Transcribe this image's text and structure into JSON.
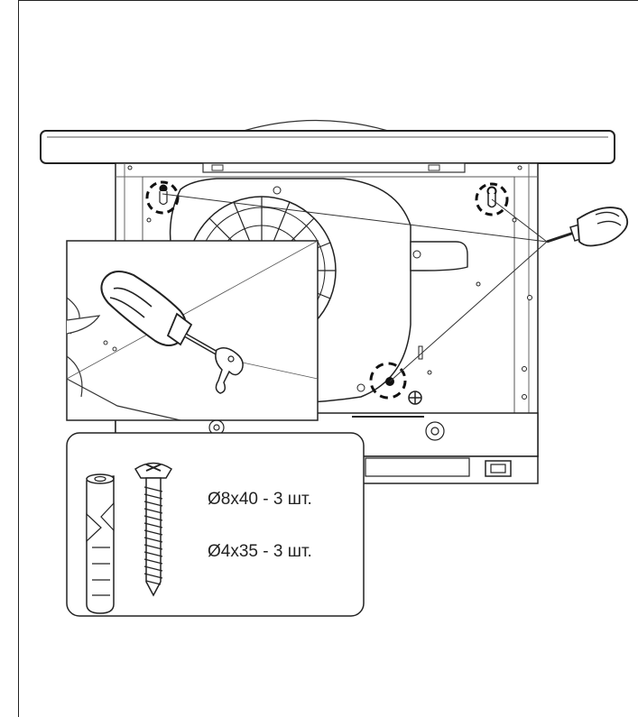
{
  "fasteners": {
    "dowel_spec": "Ø8x40 - 3 шт.",
    "screw_spec": "Ø4x35 - 3 шт."
  },
  "icons": [
    "range-hood",
    "screwdriver",
    "dowel",
    "screw",
    "mounting-hole-marker"
  ]
}
